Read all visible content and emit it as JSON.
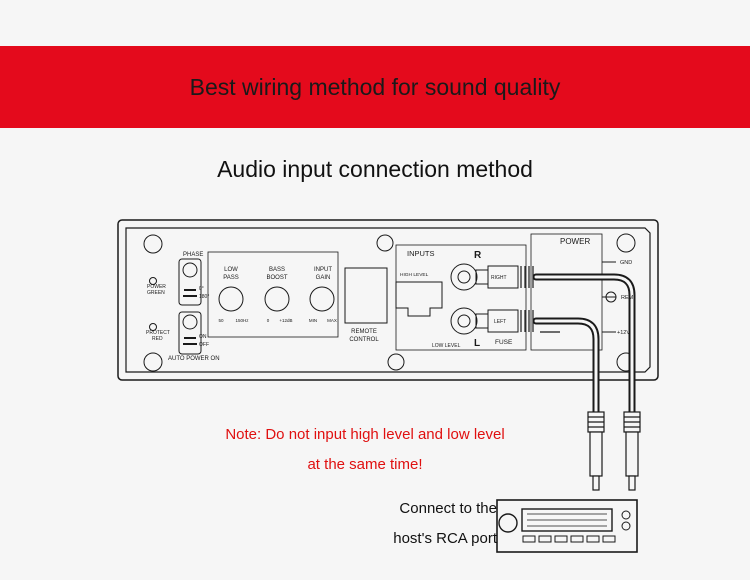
{
  "header": {
    "banner_title": "Best wiring method for sound quality"
  },
  "subtitle": "Audio input connection method",
  "panel": {
    "phase_label": "PHASE",
    "phase_0": "0°",
    "phase_180": "180°",
    "power_led_label": [
      "POWER",
      "GREEN"
    ],
    "protect_led_label": [
      "PROTECT",
      "RED"
    ],
    "auto_on": "ON",
    "auto_off": "OFF",
    "auto_power_on": "AUTO POWER ON",
    "low_pass": {
      "label": [
        "LOW",
        "PASS"
      ],
      "min": "50",
      "max": "150Hz"
    },
    "bass_boost": {
      "label": [
        "BASS",
        "BOOST"
      ],
      "min": "0",
      "max": "+12dB"
    },
    "input_gain": {
      "label": [
        "INPUT",
        "GAIN"
      ],
      "min": "MIN",
      "max": "MAX"
    },
    "remote_control": [
      "REMOTE",
      "CONTROL"
    ],
    "inputs_label": "INPUTS",
    "high_level": "HIGH LEVEL",
    "low_level": "LOW LEVEL",
    "right_letter": "R",
    "left_letter": "L",
    "right_tag": "RIGHT",
    "left_tag": "LEFT",
    "power_label": "POWER",
    "gnd": "GND",
    "rem": "REM",
    "v12": "+12V",
    "fuse": "FUSE"
  },
  "note": {
    "line1": "Note: Do not input high level and low level",
    "line2": "at the same time!"
  },
  "host": {
    "line1": "Connect to the",
    "line2": "host's RCA port"
  },
  "colors": {
    "banner": "#e40a1c",
    "note": "#e01010",
    "line": "#1a1a1a"
  }
}
